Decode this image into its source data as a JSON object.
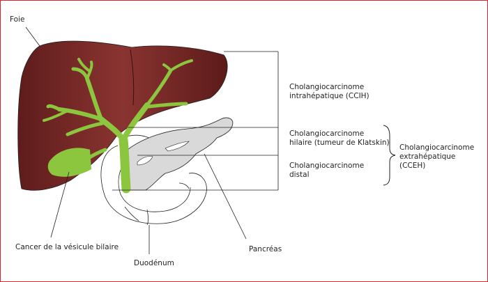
{
  "colors": {
    "border": "#d9232d",
    "liver": "#7a2a28",
    "bile_duct": "#8cc63f",
    "pancreas": "#d9d9d9",
    "line": "#231f20"
  },
  "labels": {
    "foie": "Foie",
    "ccih": "Cholangiocarcinome\nintrahépatique (CCIH)",
    "hilaire": "Cholangiocarcinome\nhilaire (tumeur de Klatskin)",
    "distal": "Cholangiocarcinome\ndistal",
    "cceh": "Cholangiocarcinome\nextrahépatique\n(CCEH)",
    "vesicule": "Cancer de la vésicule bilaire",
    "duodenum": "Duodénum",
    "pancreas": "Pancréas"
  }
}
